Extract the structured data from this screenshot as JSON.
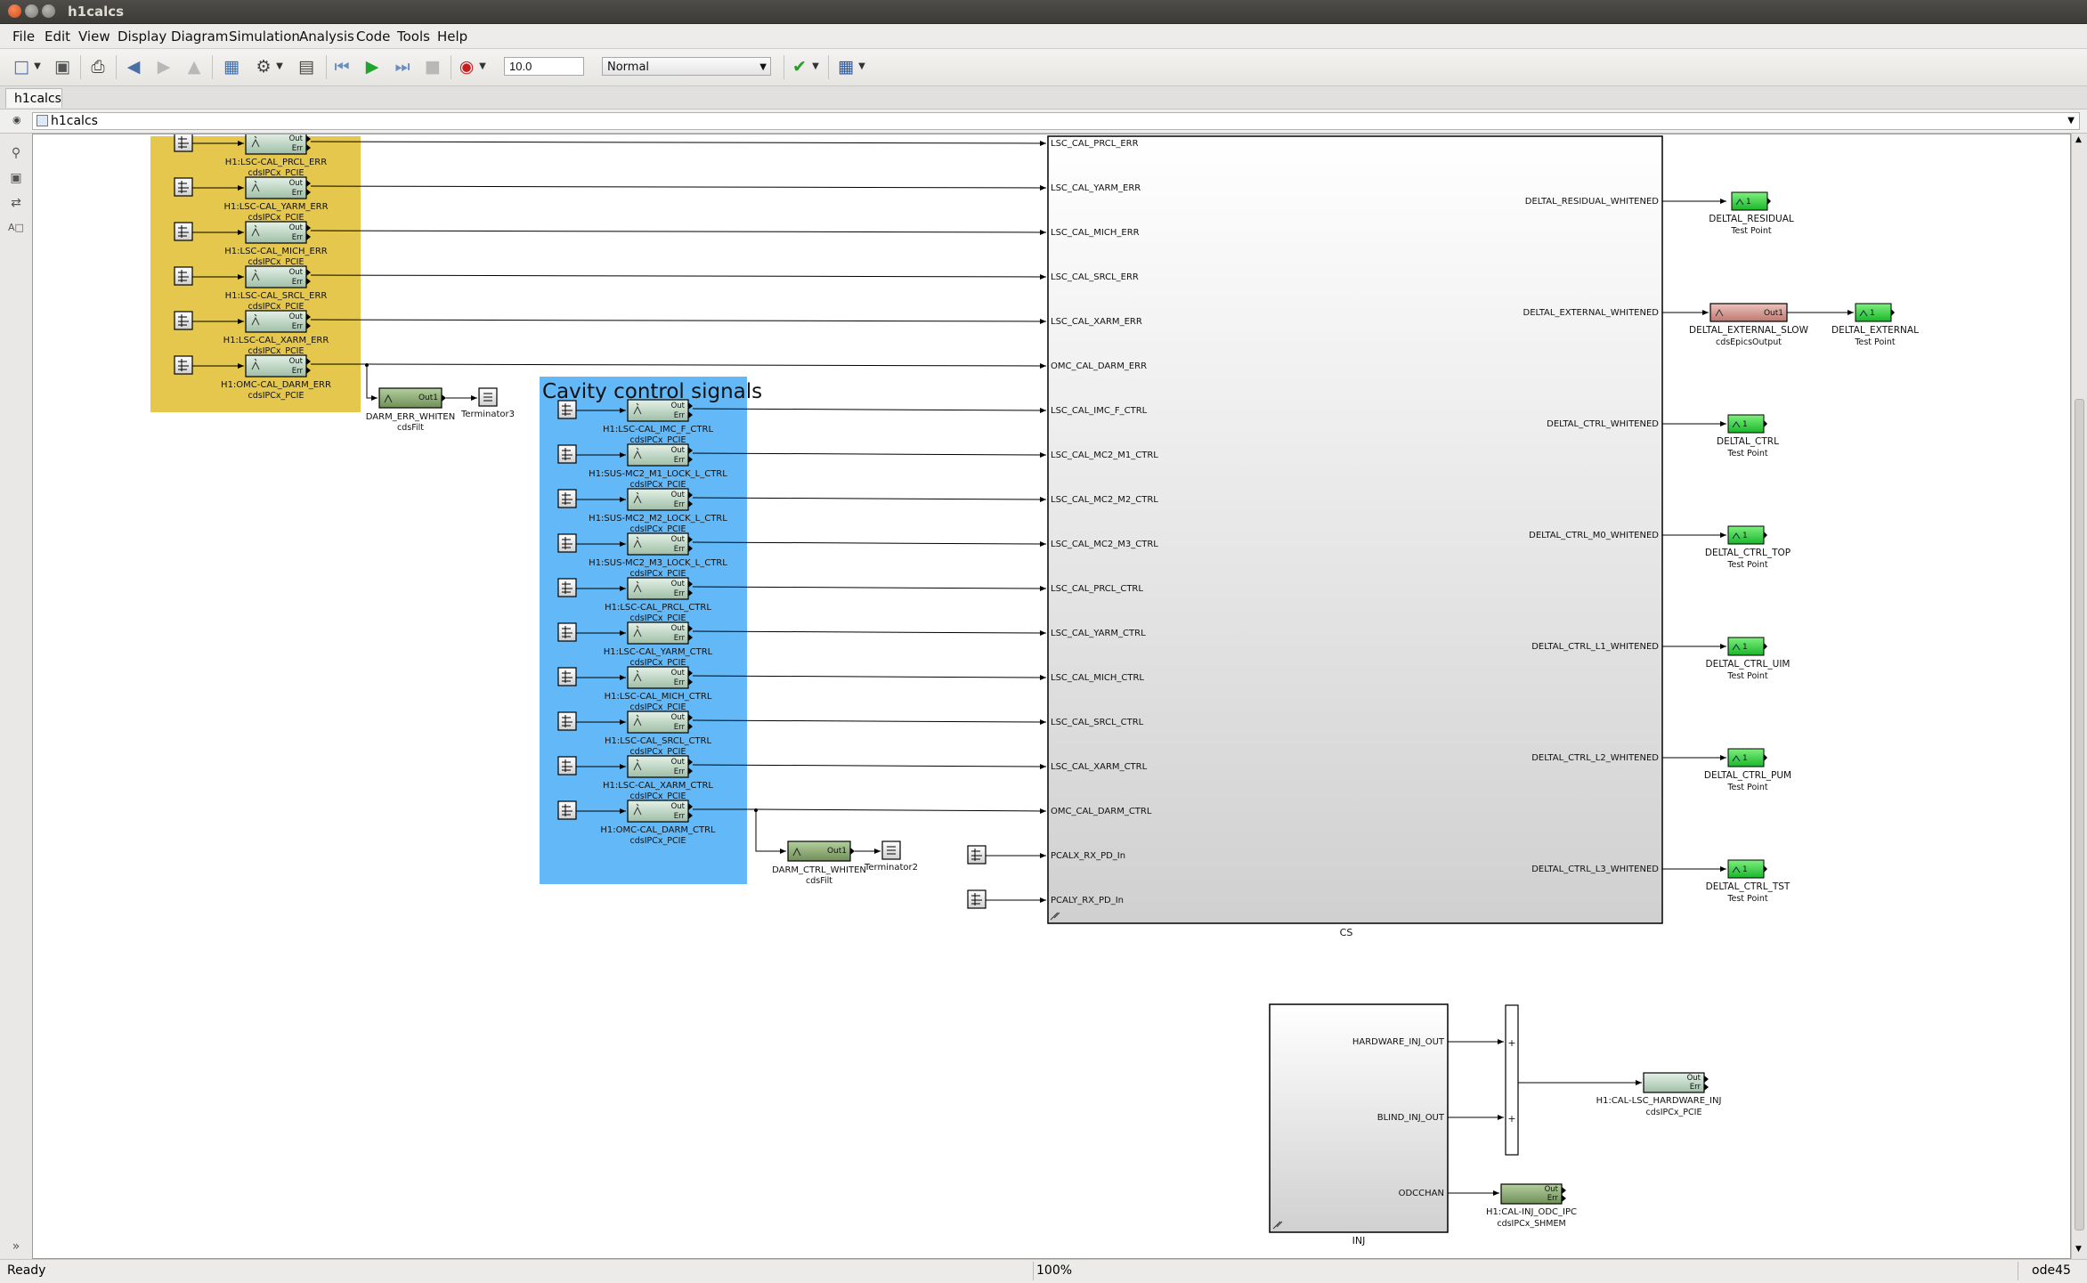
{
  "window": {
    "title": "h1calcs"
  },
  "menu": [
    "File",
    "Edit",
    "View",
    "Display",
    "Diagram",
    "Simulation",
    "Analysis",
    "Code",
    "Tools",
    "Help"
  ],
  "toolbar": {
    "stop_time": "10.0",
    "sim_mode": "Normal"
  },
  "tab": {
    "label": "h1calcs"
  },
  "address": {
    "path": "h1calcs"
  },
  "areas": {
    "cavity": {
      "title": "Cavity control signals"
    }
  },
  "colors": {
    "yellow_area": "#e5c74e",
    "blue_area": "#63b9f8",
    "test_point": "#2fd43a",
    "epics_output": "#d99a92",
    "filter_block": "#8fb07a",
    "ipc_block": "#c6dcc9"
  },
  "ipc_err": [
    {
      "name": "H1:LSC-CAL_PRCL_ERR",
      "sub": "cdsIPCx_PCIE"
    },
    {
      "name": "H1:LSC-CAL_YARM_ERR",
      "sub": "cdsIPCx_PCIE"
    },
    {
      "name": "H1:LSC-CAL_MICH_ERR",
      "sub": "cdsIPCx_PCIE"
    },
    {
      "name": "H1:LSC-CAL_SRCL_ERR",
      "sub": "cdsIPCx_PCIE"
    },
    {
      "name": "H1:LSC-CAL_XARM_ERR",
      "sub": "cdsIPCx_PCIE"
    },
    {
      "name": "H1:OMC-CAL_DARM_ERR",
      "sub": "cdsIPCx_PCIE"
    }
  ],
  "ipc_ctrl": [
    {
      "name": "H1:LSC-CAL_IMC_F_CTRL",
      "sub": "cdsIPCx_PCIE"
    },
    {
      "name": "H1:SUS-MC2_M1_LOCK_L_CTRL",
      "sub": "cdsIPCx_PCIE"
    },
    {
      "name": "H1:SUS-MC2_M2_LOCK_L_CTRL",
      "sub": "cdsIPCx_PCIE"
    },
    {
      "name": "H1:SUS-MC2_M3_LOCK_L_CTRL",
      "sub": "cdsIPCx_PCIE"
    },
    {
      "name": "H1:LSC-CAL_PRCL_CTRL",
      "sub": "cdsIPCx_PCIE"
    },
    {
      "name": "H1:LSC-CAL_YARM_CTRL",
      "sub": "cdsIPCx_PCIE"
    },
    {
      "name": "H1:LSC-CAL_MICH_CTRL",
      "sub": "cdsIPCx_PCIE"
    },
    {
      "name": "H1:LSC-CAL_SRCL_CTRL",
      "sub": "cdsIPCx_PCIE"
    },
    {
      "name": "H1:LSC-CAL_XARM_CTRL",
      "sub": "cdsIPCx_PCIE"
    },
    {
      "name": "H1:OMC-CAL_DARM_CTRL",
      "sub": "cdsIPCx_PCIE"
    }
  ],
  "ipc_ports": {
    "out": "Out",
    "err": "Err"
  },
  "filters": [
    {
      "name": "DARM_ERR_WHITEN",
      "sub": "cdsFilt",
      "port": "Out1"
    },
    {
      "name": "DARM_CTRL_WHITEN",
      "sub": "cdsFilt",
      "port": "Out1"
    }
  ],
  "terminators": [
    "Terminator3",
    "Terminator2"
  ],
  "cs": {
    "label": "CS",
    "inputs": [
      "LSC_CAL_PRCL_ERR",
      "LSC_CAL_YARM_ERR",
      "LSC_CAL_MICH_ERR",
      "LSC_CAL_SRCL_ERR",
      "LSC_CAL_XARM_ERR",
      "OMC_CAL_DARM_ERR",
      "LSC_CAL_IMC_F_CTRL",
      "LSC_CAL_MC2_M1_CTRL",
      "LSC_CAL_MC2_M2_CTRL",
      "LSC_CAL_MC2_M3_CTRL",
      "LSC_CAL_PRCL_CTRL",
      "LSC_CAL_YARM_CTRL",
      "LSC_CAL_MICH_CTRL",
      "LSC_CAL_SRCL_CTRL",
      "LSC_CAL_XARM_CTRL",
      "OMC_CAL_DARM_CTRL",
      "PCALX_RX_PD_In",
      "PCALY_RX_PD_In"
    ],
    "outputs": [
      "DELTAL_RESIDUAL_WHITENED",
      "DELTAL_EXTERNAL_WHITENED",
      "DELTAL_CTRL_WHITENED",
      "DELTAL_CTRL_M0_WHITENED",
      "DELTAL_CTRL_L1_WHITENED",
      "DELTAL_CTRL_L2_WHITENED",
      "DELTAL_CTRL_L3_WHITENED"
    ]
  },
  "test_points": [
    {
      "name": "DELTAL_RESIDUAL",
      "sub": "Test Point"
    },
    {
      "name": "DELTAL_EXTERNAL",
      "sub": "Test Point"
    },
    {
      "name": "DELTAL_CTRL",
      "sub": "Test Point"
    },
    {
      "name": "DELTAL_CTRL_TOP",
      "sub": "Test Point"
    },
    {
      "name": "DELTAL_CTRL_UIM",
      "sub": "Test Point"
    },
    {
      "name": "DELTAL_CTRL_PUM",
      "sub": "Test Point"
    },
    {
      "name": "DELTAL_CTRL_TST",
      "sub": "Test Point"
    }
  ],
  "tp_port": "1",
  "epics": {
    "name": "DELTAL_EXTERNAL_SLOW",
    "sub": "cdsEpicsOutput",
    "port": "Out1"
  },
  "inj": {
    "label": "INJ",
    "outputs": [
      "HARDWARE_INJ_OUT",
      "BLIND_INJ_OUT",
      "ODCCHAN"
    ],
    "sum_signs": [
      "+",
      "+"
    ],
    "hw_ipc": {
      "name": "H1:CAL-LSC_HARDWARE_INJ",
      "sub": "cdsIPCx_PCIE"
    },
    "odc_ipc": {
      "name": "H1:CAL-INJ_ODC_IPC",
      "sub": "cdsIPCx_SHMEM"
    }
  },
  "status": {
    "left": "Ready",
    "zoom": "100%",
    "solver": "ode45"
  }
}
